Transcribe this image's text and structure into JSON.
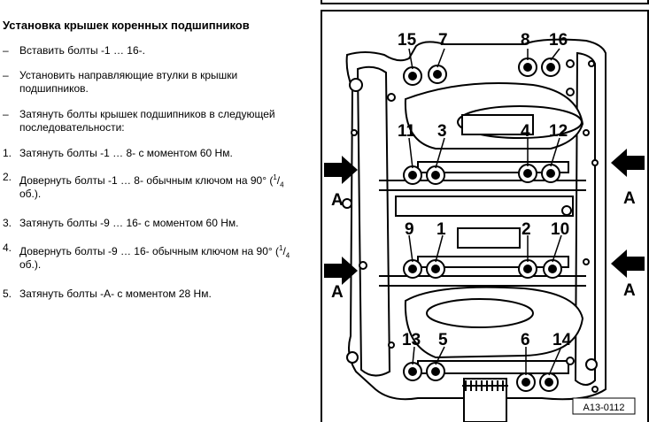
{
  "heading": "Установка крышек коренных подшипников",
  "bullets": [
    {
      "mark": "–",
      "text": "Вставить болты -1 … 16-."
    },
    {
      "mark": "–",
      "text": "Установить направляющие втулки в крышки подшипников."
    },
    {
      "mark": "–",
      "text": "Затянуть болты крышек подшипников в следующей последовательности:"
    }
  ],
  "steps": [
    {
      "num": "1.",
      "text": "Затянуть болты -1 … 8- с моментом 60 Нм."
    },
    {
      "num": "2.",
      "text_a": "Довернуть болты -1 … 8- обычным ключом на 90° (",
      "frac_num": "1",
      "frac_sep": "/",
      "frac_den": "4",
      "text_b": "об.)."
    },
    {
      "num": "3.",
      "text": "Затянуть болты -9 … 16- с моментом 60 Нм."
    },
    {
      "num": "4.",
      "text_a": "Довернуть болты -9 … 16- обычным ключом на 90° (",
      "frac_num": "1",
      "frac_sep": "/",
      "frac_den": "4",
      "text_b": "об.)."
    },
    {
      "num": "5.",
      "text": "Затянуть болты -А- с моментом 28 Нм."
    }
  ],
  "figure": {
    "bolt_labels": [
      "15",
      "7",
      "8",
      "16",
      "11",
      "3",
      "4",
      "12",
      "9",
      "1",
      "2",
      "10",
      "13",
      "5",
      "6",
      "14"
    ],
    "side_label": "A",
    "ref_code": "A13-0112",
    "arrow_icon": "arrow-right-icon"
  }
}
